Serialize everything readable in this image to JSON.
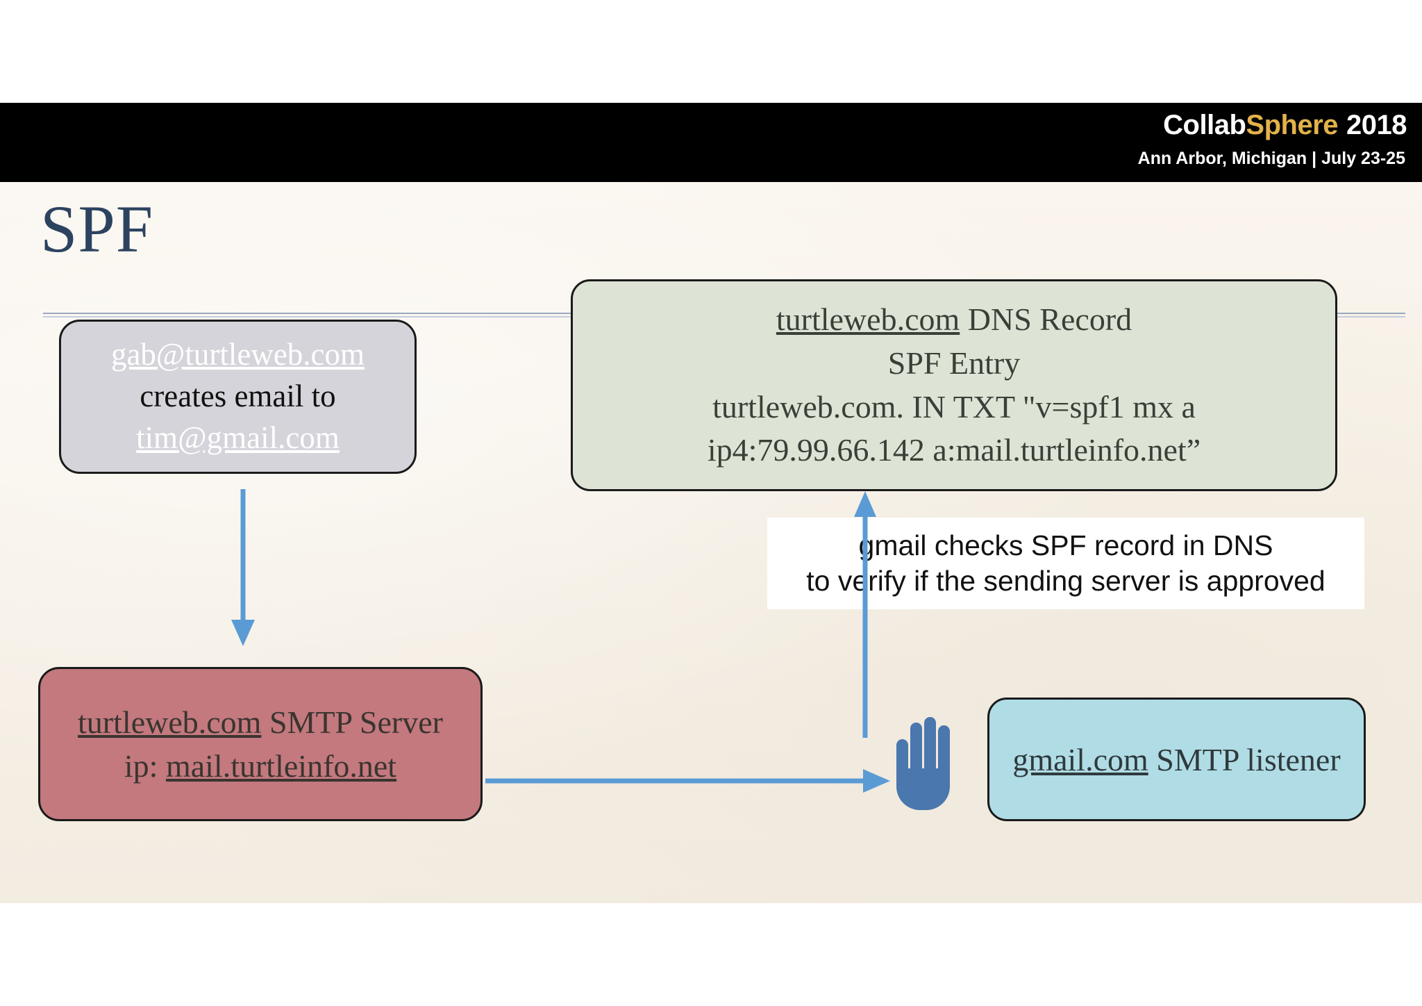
{
  "header": {
    "brand_collab": "Collab",
    "brand_sphere": "Sphere",
    "brand_year": "2018",
    "subtitle": "Ann Arbor, Michigan | July 23-25",
    "accent_color": "#e3b24a",
    "background_color": "#000000"
  },
  "slide": {
    "title": "SPF",
    "title_color": "#2c4360",
    "background_color": "#f8f3eb"
  },
  "diagram": {
    "sender_box": {
      "background_color": "#d5d4da",
      "line1": "gab@turtleweb.com",
      "line2": "creates email  to",
      "line3": "tim@gmail.com"
    },
    "dns_box": {
      "background_color": "#dde4d6",
      "line1_link": "turtleweb.com",
      "line1_rest": " DNS Record",
      "line2": "SPF Entry",
      "line3": "turtleweb.com.  IN TXT \"v=spf1 mx a",
      "line4": "ip4:79.99.66.142 a:mail.turtleinfo.net”"
    },
    "callout": {
      "background_color": "#ffffff",
      "line1": "gmail checks SPF record in DNS",
      "line2": "to verify if the sending server is approved"
    },
    "smtp_server_box": {
      "background_color": "#c3797e",
      "line1_link": "turtleweb.com",
      "line1_rest": " SMTP Server",
      "line2_prefix": "ip: ",
      "line2_link": "mail.turtleinfo.net"
    },
    "listener_box": {
      "background_color": "#b0dce5",
      "line1_link": "gmail.com",
      "line1_rest": " SMTP listener"
    },
    "arrows": {
      "color": "#5b9bd5",
      "down_label": "sender-to-smtp-arrow",
      "right_label": "smtp-to-listener-arrow",
      "up_label": "listener-to-dns-lookup-arrow"
    },
    "hand_icon": {
      "color": "#4a77ad",
      "name": "stop-hand-icon"
    }
  }
}
